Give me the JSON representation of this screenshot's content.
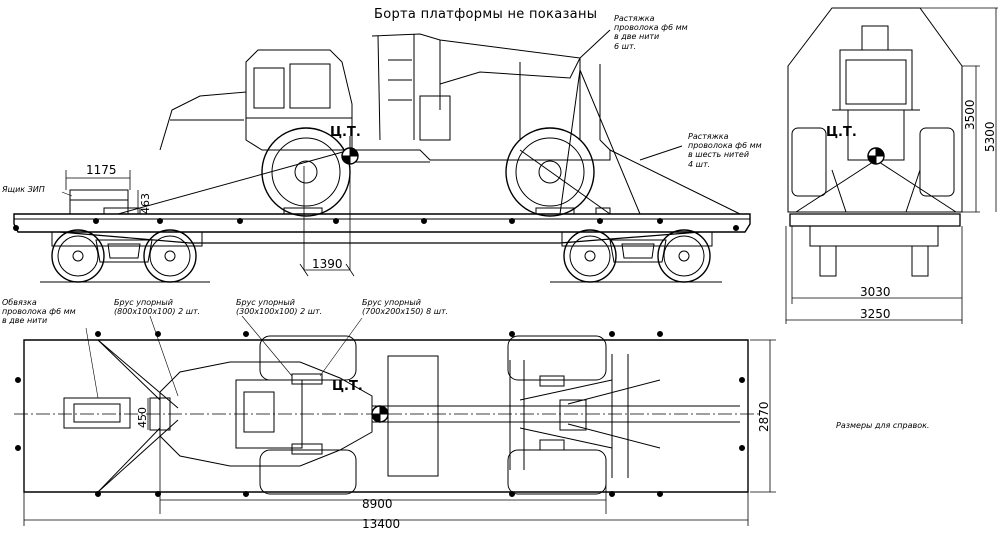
{
  "title": "Борта платформы не показаны",
  "cg_label": "Ц.Т.",
  "annotations": {
    "strap_2": "Растяжка\nпроволока ф6 мм\nв две нити\n6 шт.",
    "strap_6": "Растяжка\nпроволока ф6 мм\nв шесть нитей\n4 шт.",
    "spares_box": "Ящик ЗИП",
    "tie_down": "Обвязка\nпроволока ф6 мм\nв две нити",
    "bar1": "Брус упорный\n(800х100х100) 2 шт.",
    "bar2": "Брус упорный\n(300х100х100) 2 шт.",
    "bar3": "Брус упорный\n(700х200х150) 8 шт.",
    "note": "Размеры для справок."
  },
  "dims": {
    "d1175": "1175",
    "d463": "463",
    "d1390": "1390",
    "d3500": "3500",
    "d5300": "5300",
    "d3030": "3030",
    "d3250": "3250",
    "d450": "450",
    "d2870": "2870",
    "d8900": "8900",
    "d13400": "13400"
  }
}
